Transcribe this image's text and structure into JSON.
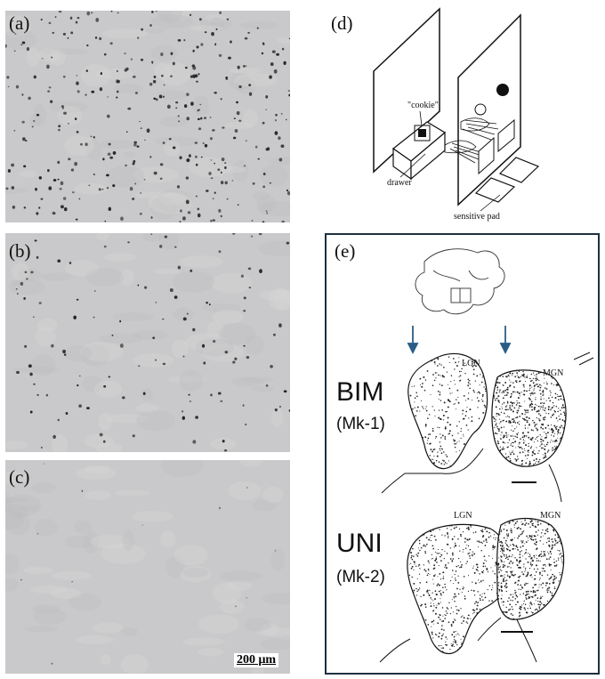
{
  "panels": {
    "a": {
      "label": "(a)"
    },
    "b": {
      "label": "(b)"
    },
    "c": {
      "label": "(c)",
      "scale_bar": "200 μm"
    },
    "d": {
      "label": "(d)",
      "cookie_label": "\"cookie\"",
      "drawer_label": "drawer",
      "pad_label": "sensitive pad"
    },
    "e": {
      "label": "(e)",
      "row1": {
        "group": "BIM",
        "subject": "(Mk-1)",
        "lgn": "LGN",
        "mgn": "MGN"
      },
      "row2": {
        "group": "UNI",
        "subject": "(Mk-2)",
        "lgn": "LGN",
        "mgn": "MGN"
      }
    }
  },
  "colors": {
    "micrograph_bg": "#c9c9cb",
    "frame": "#1e2f3f",
    "arrow": "#2a5d86"
  }
}
